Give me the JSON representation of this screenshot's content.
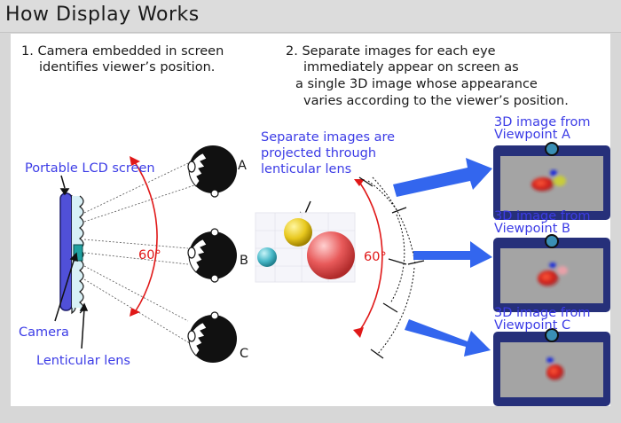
{
  "title": "How Display Works",
  "step1": {
    "line1": "1. Camera embedded in screen",
    "line2": "identifies viewer’s position."
  },
  "step2": {
    "line1": "2. Separate images for each eye",
    "line2": "immediately appear on screen as",
    "line3": "a single 3D image whose appearance",
    "line4": "varies according to the viewer’s position."
  },
  "labels": {
    "portable_screen": "Portable LCD screen",
    "camera": "Camera",
    "lenticular_lens": "Lenticular lens",
    "separate_line1": "Separate images are",
    "separate_line2": "projected through",
    "separate_line3": "lenticular lens",
    "angle_left": "60°",
    "angle_right": "60°",
    "viewer_a": "A",
    "viewer_b": "B",
    "viewer_c": "C"
  },
  "screens": [
    {
      "line1": "3D image from",
      "line2": "Viewpoint A"
    },
    {
      "line1": "3D image from",
      "line2": "Viewpoint B"
    },
    {
      "line1": "3D image from",
      "line2": "Viewpoint C"
    }
  ],
  "colors": {
    "text_blue": "#3c3ce6",
    "angle_red": "#e01818",
    "arrow_blue": "#3366ee",
    "screen_navy": "#26307a"
  }
}
